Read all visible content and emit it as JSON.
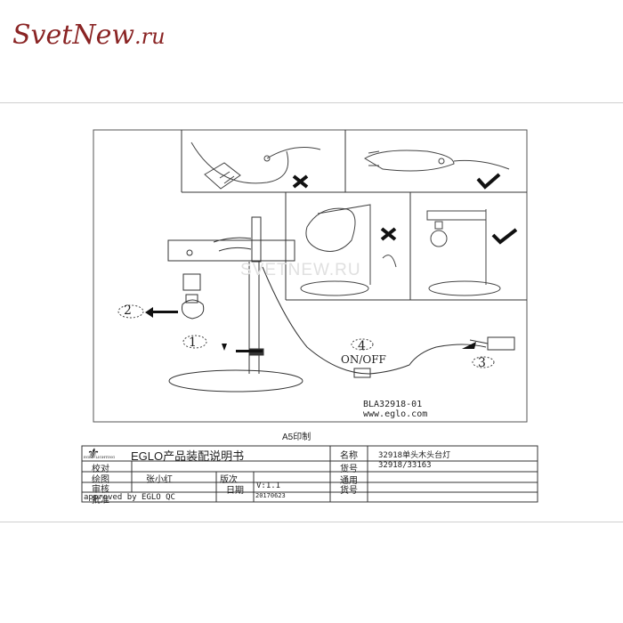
{
  "logo": {
    "part1": "Svet",
    "part2": "New",
    "part3": ".ru"
  },
  "watermark": "SVETNEW.RU",
  "drawing": {
    "steps": [
      "1",
      "2",
      "3",
      "4"
    ],
    "switch_label": "ON/OFF",
    "model_code": "BLA32918-01",
    "website": "www.eglo.com",
    "print_size": "A5印制",
    "marks": {
      "wrong": "cross-icon",
      "right": "check-icon"
    }
  },
  "title_block": {
    "maker_small": "EGLO LIGHTING",
    "doc_title": "EGLO产品装配说明书",
    "rows_left": [
      "校对",
      "绘图",
      "审核",
      "批准"
    ],
    "drawer_name": "张小红",
    "version_label": "版次",
    "version_value": "V:1.1",
    "date_label": "日期",
    "date_value": "20170623",
    "name_label": "名称",
    "name_value": "32918单头木头台灯",
    "item_label": "货号",
    "item_value": "32918/33163",
    "general_label": "通用",
    "general_item_label": "货号",
    "approved": "approved by EGLO QC"
  }
}
